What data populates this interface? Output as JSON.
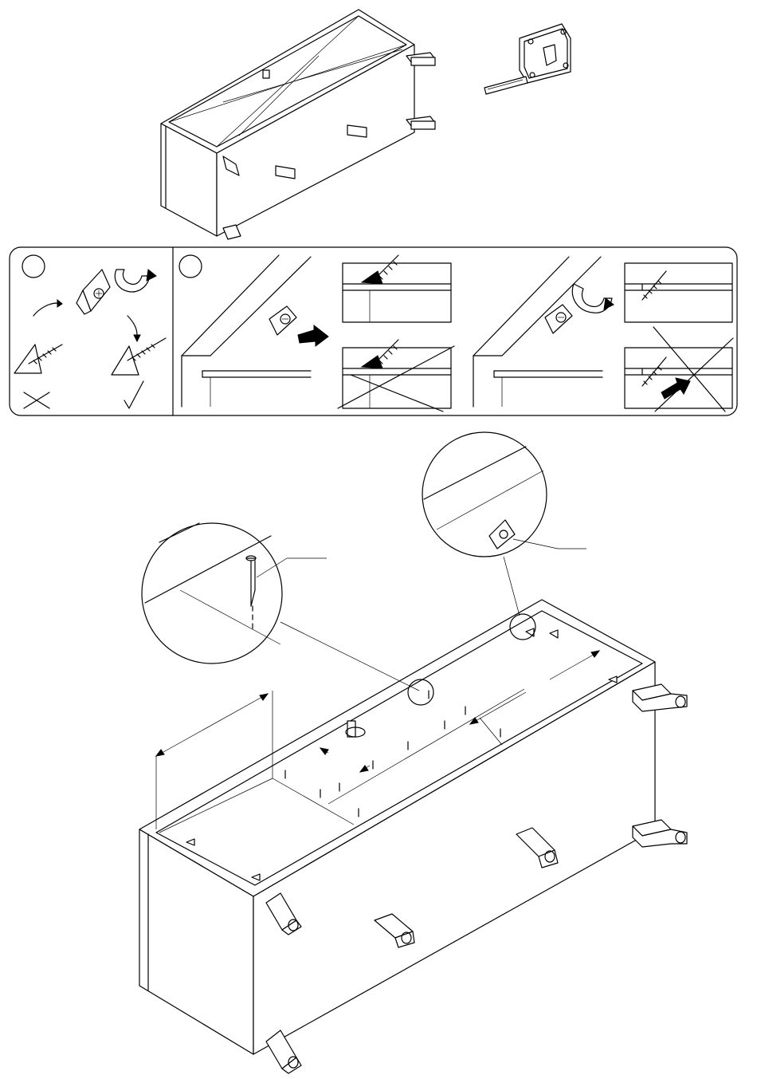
{
  "diagram": {
    "top_illustration": {
      "parts": [
        "cabinet-upside-down",
        "tape-measure"
      ]
    },
    "panel": {
      "step1": {
        "marks": [
          "check-mark",
          "cross-mark"
        ]
      },
      "step2": {
        "marks": [
          "cross-mark",
          "cross-mark"
        ]
      }
    },
    "bottom_illustration": {
      "parts": [
        "cabinet-upside-down",
        "nail-detail",
        "bracket-detail"
      ]
    }
  }
}
